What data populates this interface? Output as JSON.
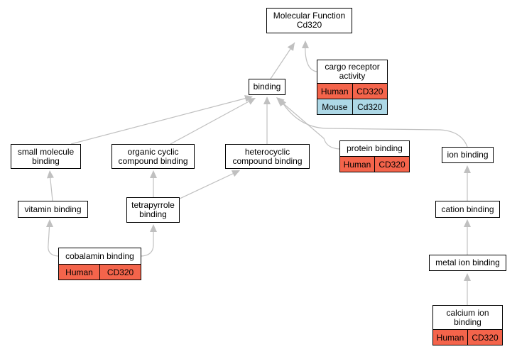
{
  "colors": {
    "edge": "#c0c0c0",
    "human": "#f4644b",
    "mouse": "#add8e6",
    "node_border": "#000000",
    "node_fill": "#ffffff"
  },
  "nodes": {
    "molecular_function": {
      "lines": [
        "Molecular Function",
        "Cd320"
      ]
    },
    "cargo_receptor_activity": {
      "lines": [
        "cargo receptor",
        "activity"
      ],
      "annotations": [
        {
          "species": "Human",
          "gene": "CD320",
          "color": "#f4644b"
        },
        {
          "species": "Mouse",
          "gene": "Cd320",
          "color": "#add8e6"
        }
      ]
    },
    "binding": {
      "lines": [
        "binding"
      ]
    },
    "small_molecule_binding": {
      "lines": [
        "small molecule",
        "binding"
      ]
    },
    "organic_cyclic_compound_binding": {
      "lines": [
        "organic cyclic",
        "compound binding"
      ]
    },
    "heterocyclic_compound_binding": {
      "lines": [
        "heterocyclic",
        "compound binding"
      ]
    },
    "protein_binding": {
      "lines": [
        "protein binding"
      ],
      "annotations": [
        {
          "species": "Human",
          "gene": "CD320",
          "color": "#f4644b"
        }
      ]
    },
    "ion_binding": {
      "lines": [
        "ion binding"
      ]
    },
    "vitamin_binding": {
      "lines": [
        "vitamin binding"
      ]
    },
    "tetrapyrrole_binding": {
      "lines": [
        "tetrapyrrole",
        "binding"
      ]
    },
    "cation_binding": {
      "lines": [
        "cation binding"
      ]
    },
    "cobalamin_binding": {
      "lines": [
        "cobalamin binding"
      ],
      "annotations": [
        {
          "species": "Human",
          "gene": "CD320",
          "color": "#f4644b"
        }
      ]
    },
    "metal_ion_binding": {
      "lines": [
        "metal ion binding"
      ]
    },
    "calcium_ion_binding": {
      "lines": [
        "calcium ion",
        "binding"
      ],
      "annotations": [
        {
          "species": "Human",
          "gene": "CD320",
          "color": "#f4644b"
        }
      ]
    }
  },
  "edges": [
    {
      "from": "binding",
      "to": "molecular_function"
    },
    {
      "from": "cargo_receptor_activity",
      "to": "molecular_function"
    },
    {
      "from": "small_molecule_binding",
      "to": "binding"
    },
    {
      "from": "organic_cyclic_compound_binding",
      "to": "binding"
    },
    {
      "from": "heterocyclic_compound_binding",
      "to": "binding"
    },
    {
      "from": "protein_binding",
      "to": "binding"
    },
    {
      "from": "ion_binding",
      "to": "binding"
    },
    {
      "from": "vitamin_binding",
      "to": "small_molecule_binding"
    },
    {
      "from": "tetrapyrrole_binding",
      "to": "organic_cyclic_compound_binding"
    },
    {
      "from": "tetrapyrrole_binding",
      "to": "heterocyclic_compound_binding"
    },
    {
      "from": "cobalamin_binding",
      "to": "vitamin_binding"
    },
    {
      "from": "cobalamin_binding",
      "to": "tetrapyrrole_binding"
    },
    {
      "from": "cation_binding",
      "to": "ion_binding"
    },
    {
      "from": "metal_ion_binding",
      "to": "cation_binding"
    },
    {
      "from": "calcium_ion_binding",
      "to": "metal_ion_binding"
    }
  ]
}
